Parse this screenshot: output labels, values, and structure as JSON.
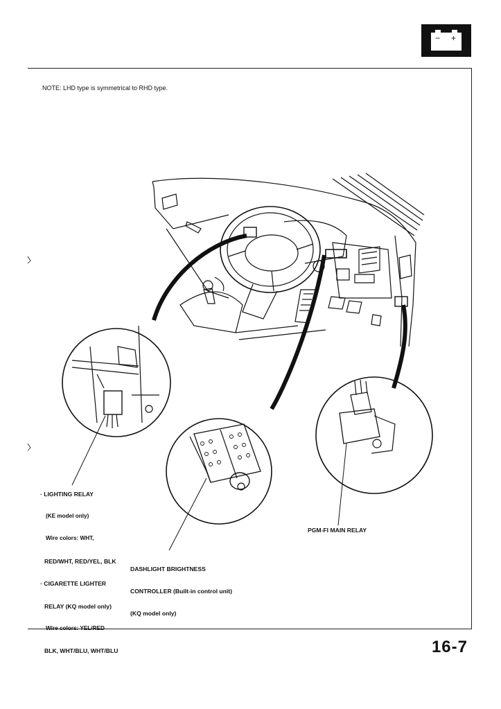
{
  "note": "NOTE: LHD type is symmetrical to RHD type.",
  "battery_icon": {
    "name": "battery-icon",
    "minus": "−",
    "plus": "+"
  },
  "labels": {
    "lighting": [
      "· LIGHTING RELAY",
      "(KE model only)",
      "Wire colors: WHT,",
      "RED/WHT, RED/YEL, BLK",
      "· CIGARETTE LIGHTER",
      "RELAY (KQ model only)",
      "Wire colors: YEL/RED",
      "BLK, WHT/BLU, WHT/BLU"
    ],
    "dashlight": [
      "DASHLIGHT BRIGHTNESS",
      "CONTROLLER (Built-in control unit)",
      "(KQ model only)"
    ],
    "pgmfi": "PGM-FI MAIN RELAY"
  },
  "page_number": "16-7"
}
